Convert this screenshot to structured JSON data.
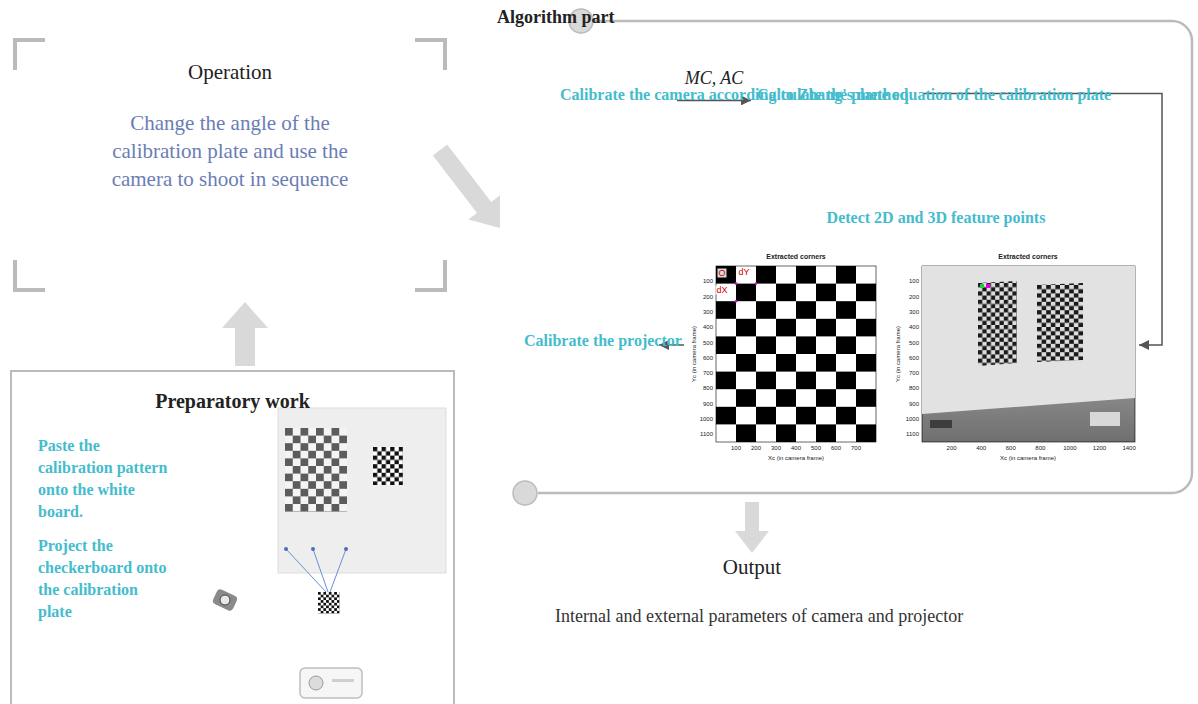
{
  "diagram": {
    "nodes": [
      {
        "text": [
          "Operation",
          "Change the angle of the calibration plate and use the camera to shoot in sequence"
        ]
      },
      {
        "text": [
          "Preparatory work",
          "Paste the calibration pattern onto the white board.",
          "Project the checkerboard onto the calibration plate"
        ]
      },
      {
        "text": [
          "Algorithm part"
        ]
      },
      {
        "text": [
          "Calibrate the camera according to Zhang's method"
        ],
        "in": 2
      },
      {
        "text": [
          "Calculate the plane equation of the calibration plate"
        ],
        "in": 2
      },
      {
        "text": [
          "Detect 2D and 3D feature points"
        ],
        "in": 2
      },
      {
        "text": [
          "Calibrate the projector"
        ],
        "in": 2
      },
      {
        "text": [
          "Output",
          "Internal and external parameters of camera and projector"
        ]
      }
    ],
    "edges": [
      {
        "from": 1,
        "to": 0,
        "arrow": "to"
      },
      {
        "from": 0,
        "to": 2,
        "arrow": "to"
      },
      {
        "from": 3,
        "to": 4,
        "label": "MC, AC",
        "arrow": "to"
      },
      {
        "from": 4,
        "to": 5,
        "arrow": "to"
      },
      {
        "from": 5,
        "to": 6,
        "arrow": "to"
      },
      {
        "from": 2,
        "to": 7,
        "arrow": "to"
      }
    ],
    "labels": [
      "Extracted corners",
      "O",
      "dX",
      "dY",
      "100",
      "200",
      "300",
      "400",
      "500",
      "600",
      "700",
      "800",
      "900",
      "1000",
      "1100",
      "100",
      "200",
      "300",
      "400",
      "500",
      "600",
      "700",
      "Yc (in camera frame)",
      "Xc (in camera frame)",
      "Extracted corners",
      "100",
      "200",
      "300",
      "400",
      "500",
      "600",
      "700",
      "800",
      "900",
      "1000",
      "1100",
      "200",
      "400",
      "600",
      "800",
      "1000",
      "1200",
      "1400",
      "Yc (in camera frame)",
      "Xc (in camera frame)"
    ]
  }
}
